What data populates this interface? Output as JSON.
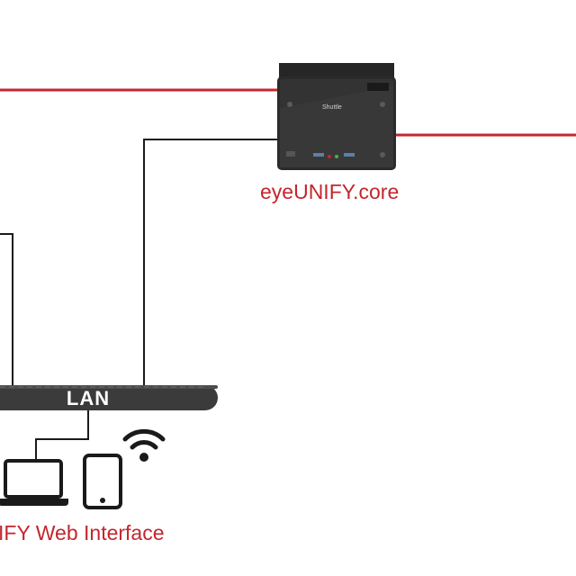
{
  "server": {
    "label": "eyeUNIFY.core",
    "brand": "Shuttle",
    "icon": "mini-pc-server-icon"
  },
  "lan": {
    "label": "LAN"
  },
  "web_interface": {
    "label": "IFY Web Interface"
  },
  "clients": [
    {
      "icon": "laptop-icon"
    },
    {
      "icon": "smartphone-icon"
    },
    {
      "icon": "wifi-icon"
    }
  ],
  "colors": {
    "connection_red": "#c4262e",
    "connection_black": "#1a1a1a",
    "lan_bar": "#3b3b3b",
    "label_red": "#c4262e"
  }
}
